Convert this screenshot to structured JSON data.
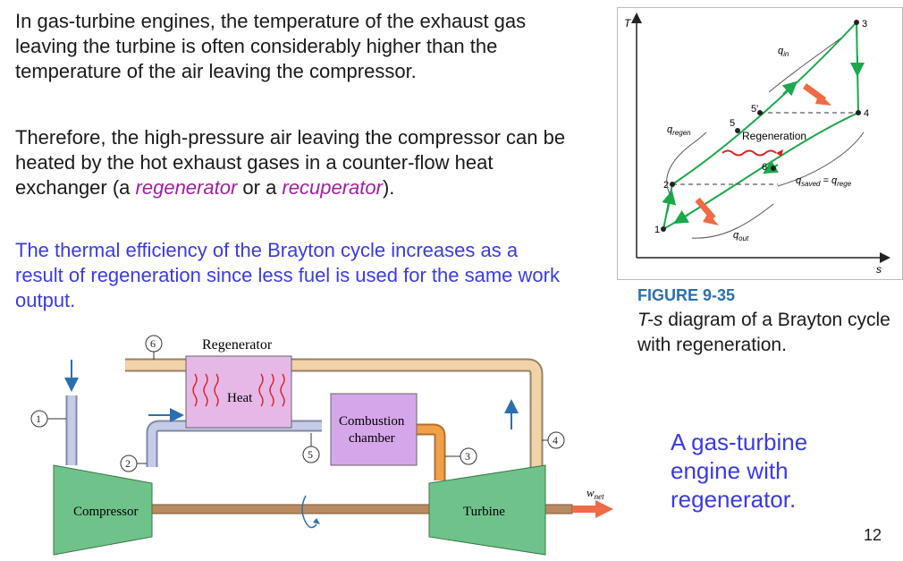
{
  "text": {
    "p1": "In gas-turbine engines, the temperature of the exhaust gas leaving the turbine is often considerably higher than the temperature of the air leaving the compressor.",
    "p2_a": "Therefore, the high-pressure air leaving the compressor can be heated by the hot exhaust gases in a counter-flow heat exchanger (a ",
    "p2_regen": "regenerator",
    "p2_or": " or a ",
    "p2_recup": "recuperator",
    "p2_end": ").",
    "p3": "The thermal efficiency of the Brayton cycle increases as a result of regeneration since less fuel is used for the same work output."
  },
  "figure": {
    "number": "FIGURE 9-35",
    "caption_italic": "T-s",
    "caption_rest": " diagram of a Brayton cycle with regeneration."
  },
  "ts_diagram": {
    "axis_t": "T",
    "axis_s": "s",
    "states": [
      "1",
      "2",
      "3",
      "4",
      "5",
      "5'",
      "6"
    ],
    "label_regeneration": "Regeneration",
    "label_q_in": "q",
    "label_q_in_sub": "in",
    "label_q_regen": "q",
    "label_q_regen_sub": "regen",
    "label_q_out": "q",
    "label_q_out_sub": "out",
    "label_q_saved": "q",
    "label_q_saved_sub": "saved",
    "label_q_saved_eq": " = q",
    "label_q_saved_eq_sub": "rege"
  },
  "engine": {
    "regenerator": "Regenerator",
    "heat": "Heat",
    "combustion_1": "Combustion",
    "combustion_2": "chamber",
    "compressor": "Compressor",
    "turbine": "Turbine",
    "w": "w",
    "w_sub": "net",
    "states": [
      "1",
      "2",
      "3",
      "4",
      "5",
      "6"
    ]
  },
  "engine_caption": "A gas-turbine engine with regenerator.",
  "page_number": "12",
  "colors": {
    "cycle_green": "#1aa84a",
    "arrow_orange": "#ef6a45",
    "blue_text": "#3a3ae6",
    "purple_text": "#a020a0",
    "figure_blue": "#2a6fb0",
    "regen_box": "#e6b8e8",
    "combustion_box": "#d6a6ea",
    "machine_green": "#6fc28a",
    "pipe_tan": "#f2d2a8",
    "pipe_blue": "#c6cce6",
    "shaft": "#b98a60"
  }
}
